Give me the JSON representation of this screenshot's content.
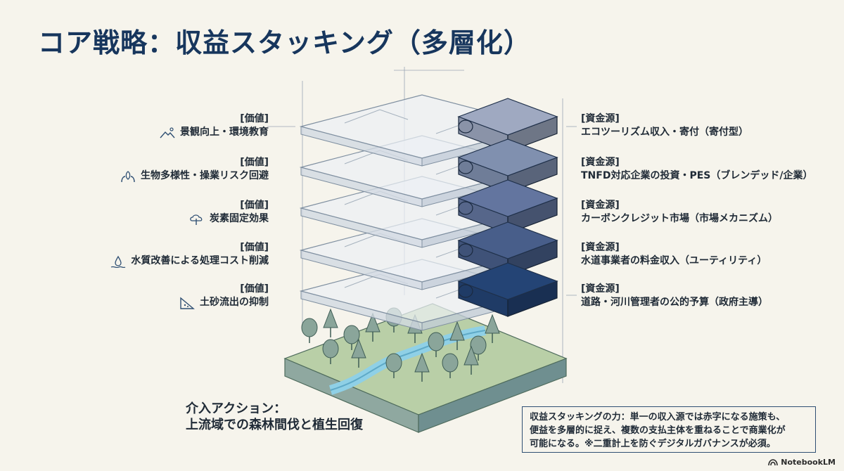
{
  "title": "コア戦略：収益スタッキング（多層化）",
  "layers": [
    {
      "value_tag": "[価値]",
      "value": "景観向上・環境教育",
      "value_icon": "landscape-icon",
      "fund_tag": "[資金源]",
      "fund": "エコツーリズム収入・寄付（寄付型）",
      "piece_color": "#8a93a8"
    },
    {
      "value_tag": "[価値]",
      "value": "生物多様性・操業リスク回避",
      "value_icon": "hands-leaf-icon",
      "fund_tag": "[資金源]",
      "fund": "TNFD対応企業の投資・PES（ブレンデッド/企業）",
      "piece_color": "#6f7d98"
    },
    {
      "value_tag": "[価値]",
      "value": "炭素固定効果",
      "value_icon": "cloud-tree-icon",
      "fund_tag": "[資金源]",
      "fund": "カーボンクレジット市場（市場メカニズム）",
      "piece_color": "#56668a"
    },
    {
      "value_tag": "[価値]",
      "value": "水質改善による処理コスト削減",
      "value_icon": "water-drop-icon",
      "fund_tag": "[資金源]",
      "fund": "水道事業者の料金収入（ユーティリティ）",
      "piece_color": "#3f5278"
    },
    {
      "value_tag": "[価値]",
      "value": "土砂流出の抑制",
      "value_icon": "slope-icon",
      "fund_tag": "[資金源]",
      "fund": "道路・河川管理者の公的予算（政府主導）",
      "piece_color": "#1f3b66"
    }
  ],
  "action": {
    "line1": "介入アクション：",
    "line2": "上流域での森林間伐と植生回復"
  },
  "note": {
    "line1": "収益スタッキングの力：単一の収入源では赤字になる施策も、",
    "line2": "便益を多層的に捉え、複数の支払主体を重ねることで商業化が",
    "line3": "可能になる。※二重計上を防ぐデジタルガバナンスが必須。"
  },
  "watermark": "NotebookLM"
}
